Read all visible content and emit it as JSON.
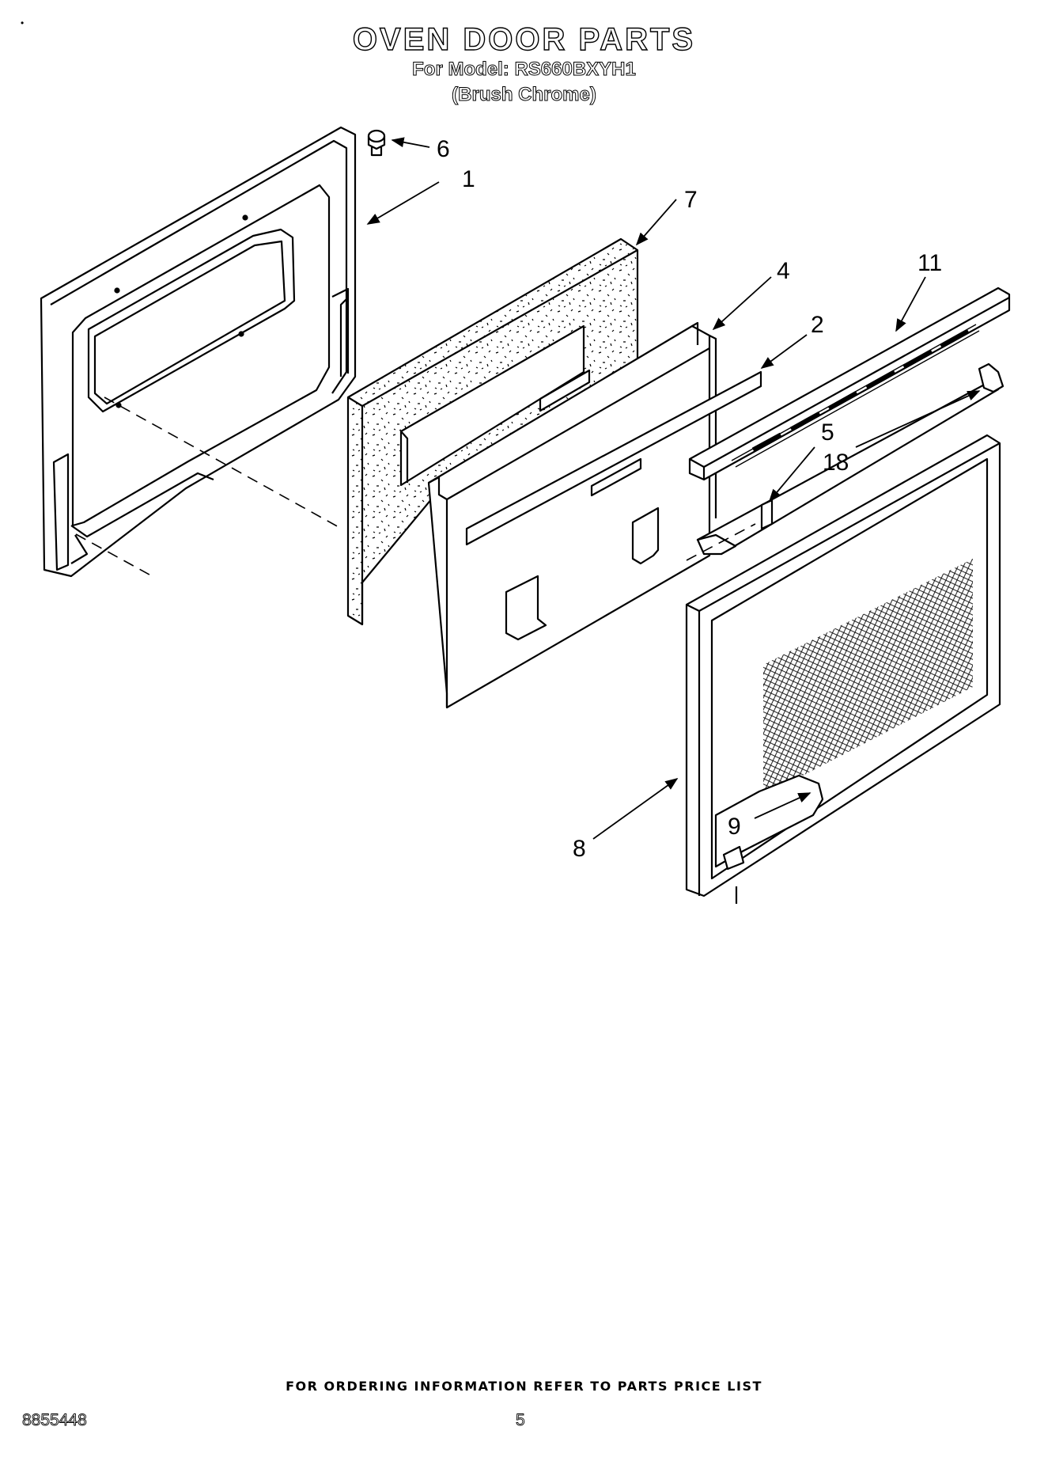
{
  "header": {
    "title": "OVEN DOOR PARTS",
    "model_line": "For Model: RS660BXYH1",
    "finish_line": "(Brush Chrome)"
  },
  "diagram": {
    "callouts": {
      "c1": "1",
      "c2": "2",
      "c4": "4",
      "c5": "5",
      "c6": "6",
      "c7": "7",
      "c8": "8",
      "c9": "9",
      "c11": "11",
      "c18": "18"
    }
  },
  "footer": {
    "ordering_note": "FOR ORDERING INFORMATION REFER TO PARTS PRICE LIST",
    "document_number": "8855448",
    "page_number": "5"
  }
}
